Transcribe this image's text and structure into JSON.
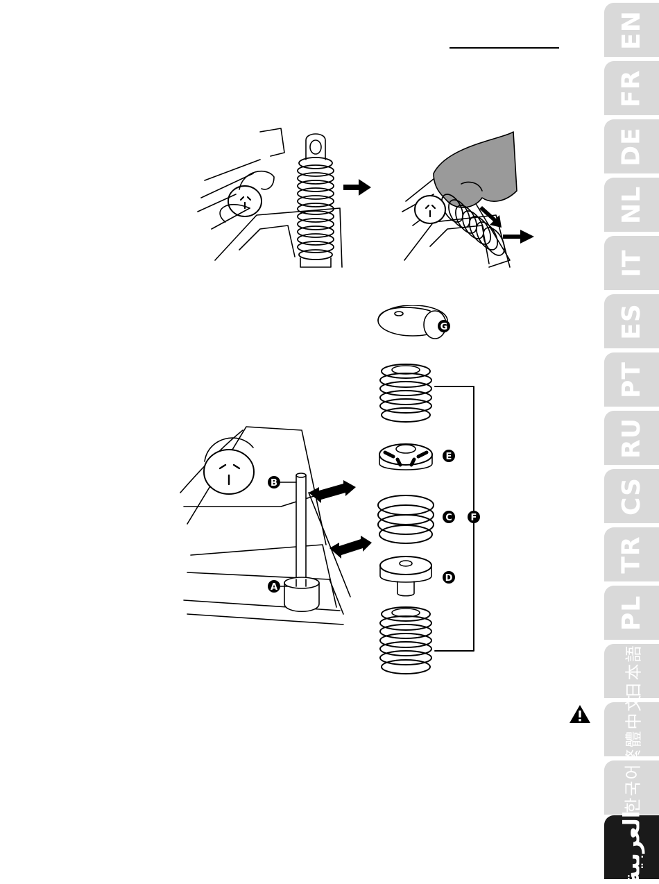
{
  "languages": [
    {
      "code": "EN"
    },
    {
      "code": "FR"
    },
    {
      "code": "DE"
    },
    {
      "code": "NL"
    },
    {
      "code": "IT"
    },
    {
      "code": "ES"
    },
    {
      "code": "PT"
    },
    {
      "code": "RU"
    },
    {
      "code": "CS"
    },
    {
      "code": "TR"
    },
    {
      "code": "PL"
    },
    {
      "code": "日本語"
    },
    {
      "code": "繁體中文"
    },
    {
      "code": "한국어"
    },
    {
      "code": "العربية"
    }
  ],
  "active_language": "العربية",
  "figure_labels": {
    "a": "A",
    "b": "B",
    "c": "C",
    "d": "D",
    "e": "E",
    "f": "F",
    "g": "G"
  },
  "icons": {
    "warning": "warning-icon",
    "arrow": "arrow-icon"
  }
}
